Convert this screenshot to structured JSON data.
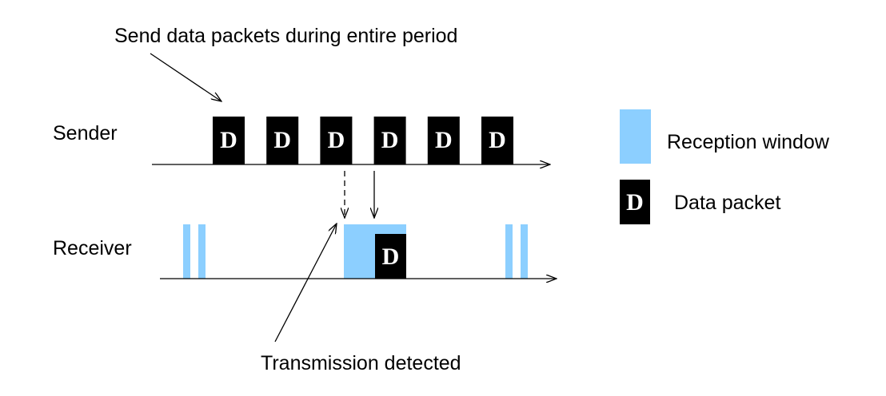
{
  "annotations": {
    "send_note": "Send data packets during entire period",
    "detected_note": "Transmission detected"
  },
  "rows": {
    "sender_label": "Sender",
    "receiver_label": "Receiver"
  },
  "packet_letter": "D",
  "sender_packet_count": 6,
  "legend": {
    "reception_window": "Reception window",
    "data_packet": "Data packet"
  },
  "colors": {
    "reception_window": "#8ccfff",
    "packet": "#000000",
    "line": "#000000"
  }
}
